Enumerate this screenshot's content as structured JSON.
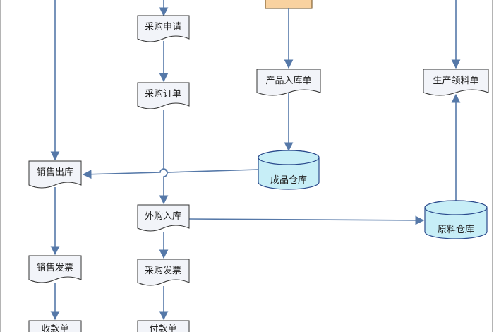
{
  "colors": {
    "arrow": "#5578a8",
    "doc_fill": "#f2f4f9",
    "doc_stroke": "#333333",
    "db_fill": "#c7eef7",
    "db_stroke": "#2a4a8c",
    "top_box_fill": "#f9d2a0",
    "top_box_stroke": "#6a4a1a",
    "frame": "#6a6a6a"
  },
  "nodes": {
    "purchase_request": "采购申请",
    "purchase_order": "采购订单",
    "product_inbound_doc": "产品入库单",
    "production_requisition_doc": "生产领料单",
    "sales_outbound": "销售出库",
    "finished_goods_warehouse": "成品仓库",
    "external_purchase_inbound": "外购入库",
    "raw_material_warehouse": "原料仓库",
    "sales_invoice": "销售发票",
    "purchase_invoice": "采购发票",
    "receipt_doc": "收款单",
    "payment_doc": "付款单"
  },
  "icons": {
    "document": "document-shape-icon",
    "database": "database-cylinder-icon",
    "arrow": "arrow-head-icon"
  }
}
